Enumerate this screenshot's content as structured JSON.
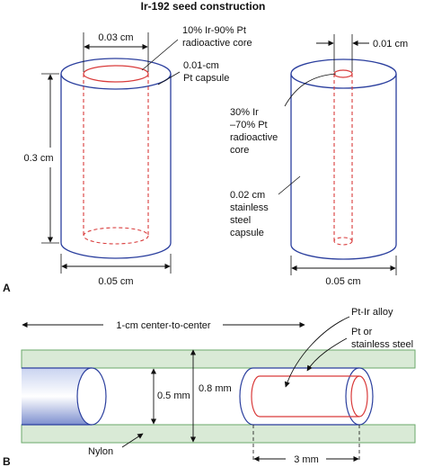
{
  "title": "Ir-192 seed construction",
  "panel_a": {
    "letter": "A",
    "left_seed": {
      "core_diameter": "0.03 cm",
      "core_label_1": "10% Ir-90% Pt",
      "core_label_2": "radioactive core",
      "capsule_label_1": "0.01-cm",
      "capsule_label_2": "Pt capsule",
      "length": "0.3 cm",
      "outer_diameter": "0.05 cm"
    },
    "right_seed": {
      "core_diameter": "0.01 cm",
      "core_label_1": "30% Ir",
      "core_label_2": "–70% Pt",
      "core_label_3": "radioactive",
      "core_label_4": "core",
      "capsule_label_1": "0.02 cm",
      "capsule_label_2": "stainless",
      "capsule_label_3": "steel",
      "capsule_label_4": "capsule",
      "outer_diameter": "0.05 cm"
    }
  },
  "panel_b": {
    "letter": "B",
    "spacing": "1-cm center-to-center",
    "alloy_label": "Pt-Ir alloy",
    "sheath_label_1": "Pt or",
    "sheath_label_2": "stainless steel",
    "inner_diameter": "0.5 mm",
    "outer_diameter": "0.8 mm",
    "nylon_label": "Nylon",
    "seed_length": "3 mm"
  },
  "colors": {
    "outline": "#2b3f9e",
    "core": "#d93b3b",
    "nylon": "#d9ead6",
    "nylon_edge": "#6aa86a"
  }
}
